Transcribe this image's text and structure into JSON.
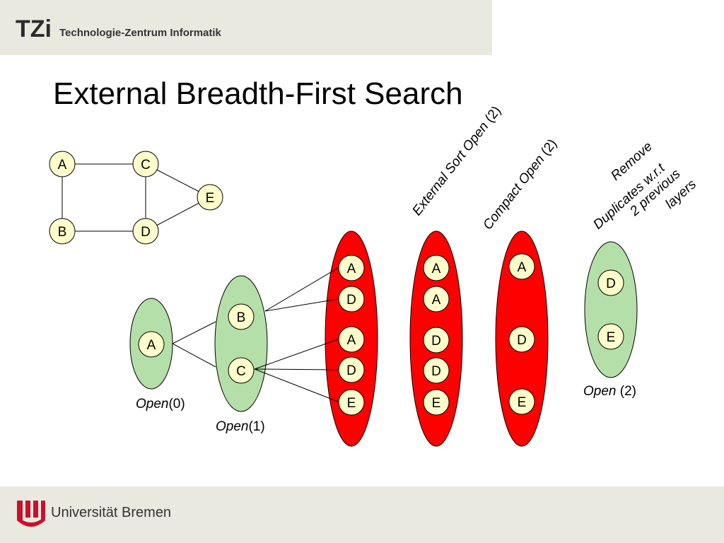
{
  "header": {
    "org_mark": "TZi",
    "org_name": "Technologie-Zentrum Informatik"
  },
  "title": "External Breadth-First Search",
  "graph": {
    "nodes": [
      "A",
      "C",
      "E",
      "B",
      "D"
    ],
    "edges": [
      [
        "A",
        "C"
      ],
      [
        "A",
        "B"
      ],
      [
        "B",
        "D"
      ],
      [
        "C",
        "D"
      ],
      [
        "C",
        "E"
      ],
      [
        "D",
        "E"
      ]
    ]
  },
  "layers": {
    "open0": {
      "label_italic": "Open",
      "label_rest": "(0)",
      "nodes": [
        "A"
      ]
    },
    "open1": {
      "label_italic": "Open",
      "label_rest": "(1)",
      "nodes": [
        "B",
        "C"
      ]
    },
    "successors": {
      "nodes": [
        "A",
        "D",
        "A",
        "D",
        "E"
      ]
    },
    "sorted": {
      "nodes": [
        "A",
        "A",
        "D",
        "D",
        "E"
      ]
    },
    "compacted": {
      "nodes": [
        "A",
        "D",
        "E"
      ]
    },
    "open2": {
      "label_italic": "Open",
      "label_rest": " (2)",
      "nodes": [
        "D",
        "E"
      ]
    }
  },
  "step_labels": {
    "sort": {
      "italic": "External Sort Open",
      "rest": " (2)"
    },
    "compact": {
      "italic": "Compact Open",
      "rest": " (2)"
    },
    "remove": [
      "Remove",
      "Duplicates w.r.t",
      "2 previous",
      "layers"
    ]
  },
  "colors": {
    "node_fill": "#ffffcc",
    "green_layer": "#b5dfa8",
    "red_layer": "#ff0000",
    "band": "#eae9df"
  },
  "footer": {
    "university": "Universität Bremen"
  }
}
